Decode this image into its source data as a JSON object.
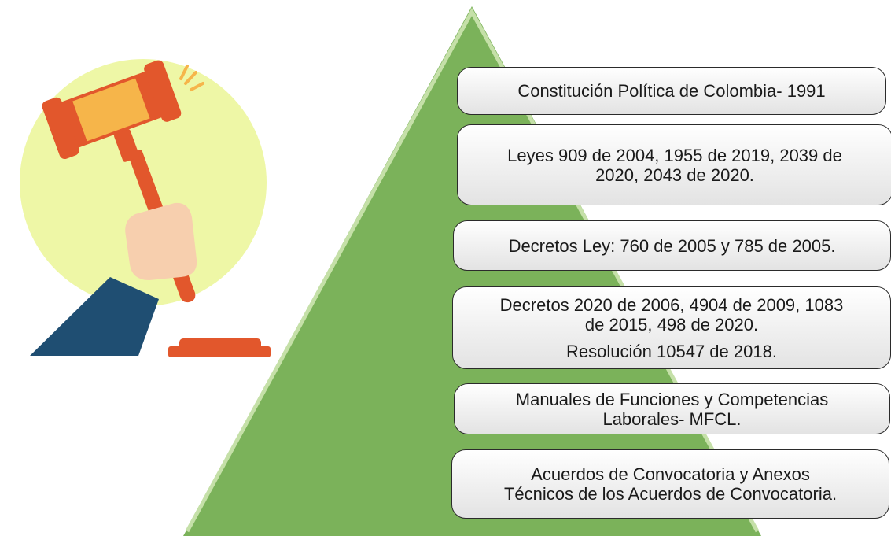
{
  "colors": {
    "pyramid_fill": "#7bb25a",
    "pyramid_edge": "#c5e0a8",
    "circle_fill": "#eef7a6",
    "gavel": "#e2572c",
    "gavel_band": "#f6b54a",
    "sleeve": "#1f4e72",
    "skin": "#f7cfae"
  },
  "illustration": {
    "icon": "gavel-icon"
  },
  "hierarchy": [
    {
      "lines": [
        "Constitución Política de Colombia- 1991"
      ]
    },
    {
      "lines": [
        "Leyes 909 de 2004, 1955 de 2019, 2039 de",
        "2020, 2043 de 2020."
      ]
    },
    {
      "lines": [
        "Decretos Ley: 760 de 2005 y 785 de 2005."
      ]
    },
    {
      "lines": [
        "Decretos 2020 de 2006, 4904 de 2009, 1083",
        "de 2015, 498 de 2020."
      ],
      "extra": "Resolución 10547 de 2018."
    },
    {
      "lines": [
        "Manuales de Funciones y Competencias",
        "Laborales- MFCL."
      ]
    },
    {
      "lines": [
        "Acuerdos de Convocatoria y Anexos",
        "Técnicos de los Acuerdos de Convocatoria."
      ]
    }
  ]
}
